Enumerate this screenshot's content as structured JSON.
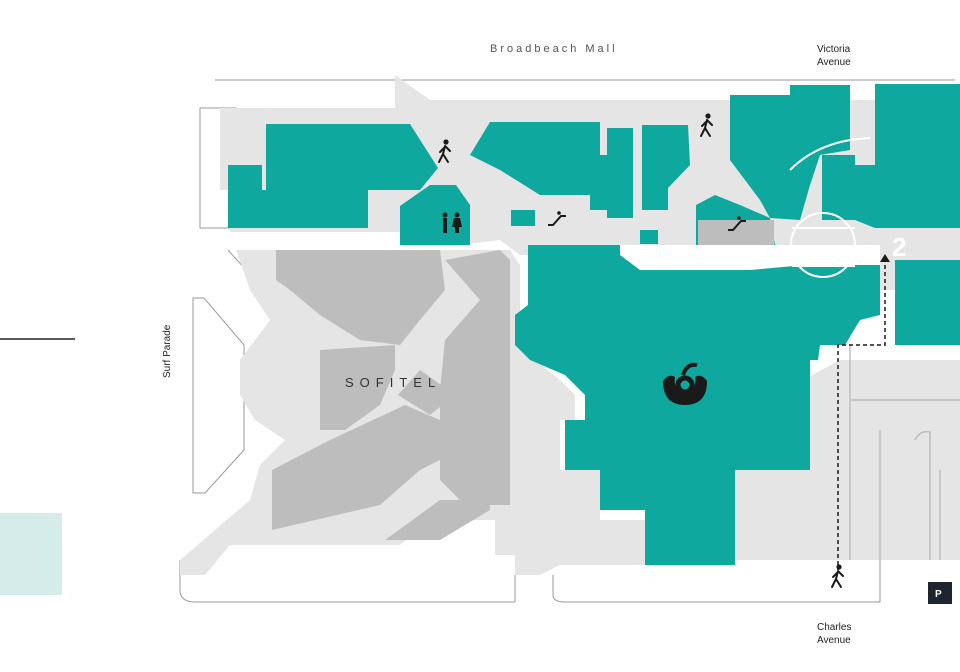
{
  "colors": {
    "store": "#0fa89e",
    "walkway": "#e5e5e5",
    "hotel": "#bdbdbd",
    "outline": "#9a9a9a",
    "icon": "#1a1a1a",
    "pattern_tile": "#d5ecea"
  },
  "streets": {
    "top": "Broadbeach Mall",
    "left": "Surf Parade",
    "top_right_line1": "Victoria",
    "top_right_line2": "Avenue",
    "bottom_line1": "Charles",
    "bottom_line2": "Avenue"
  },
  "hotel_label": "SOFITEL",
  "entrance_number": "2",
  "parking_label": "P",
  "icons": {
    "walking": "walking-person-icon",
    "toilets": "toilets-icon",
    "escalator": "escalator-icon",
    "supermarket": "woolworths-logo-icon",
    "parking": "parking-icon"
  }
}
